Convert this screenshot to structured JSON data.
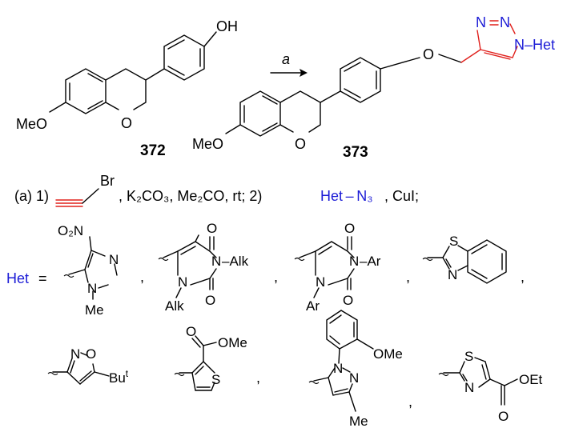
{
  "compounds": {
    "start_number": "372",
    "product_number": "373"
  },
  "arrow_label": "a",
  "substituent_labels": {
    "oh": "OH",
    "meo": "MeO",
    "ring_o": "O",
    "ether_o": "O",
    "triazole_n": "N",
    "het_group": "Het",
    "triazole_n_het": "N–Het"
  },
  "conditions": {
    "prefix": "(a) 1)",
    "step1_rest": ", K₂CO₃, Me₂CO, rt; 2)",
    "het_azide": "Het – N₃",
    "suffix": ", CuI;",
    "propargyl_br": "Br"
  },
  "het_definition": {
    "label": "Het",
    "equals": "="
  },
  "het_groups": [
    {
      "id": "nitroimidazole",
      "labels": [
        "O₂N",
        "N",
        "N",
        "Me"
      ]
    },
    {
      "id": "uracil-alkyl",
      "labels": [
        "O",
        "N",
        "–Alk",
        "N",
        "O",
        "Alk"
      ]
    },
    {
      "id": "uracil-aryl",
      "labels": [
        "O",
        "N",
        "–Ar",
        "N",
        "O",
        "Ar"
      ]
    },
    {
      "id": "benzothiazole",
      "labels": [
        "S",
        "N"
      ]
    },
    {
      "id": "isoxazole",
      "labels": [
        "N",
        "O",
        "Bu",
        "t"
      ]
    },
    {
      "id": "thiophene-ester",
      "labels": [
        "O",
        "OMe",
        "S"
      ]
    },
    {
      "id": "aryl-pyrazole",
      "labels": [
        "OMe",
        "N",
        "N",
        "Me"
      ]
    },
    {
      "id": "thiazole-ester",
      "labels": [
        "S",
        "N",
        "O",
        "OEt"
      ]
    }
  ],
  "separators": [
    ",",
    ",",
    ",",
    ",",
    ",",
    ","
  ]
}
